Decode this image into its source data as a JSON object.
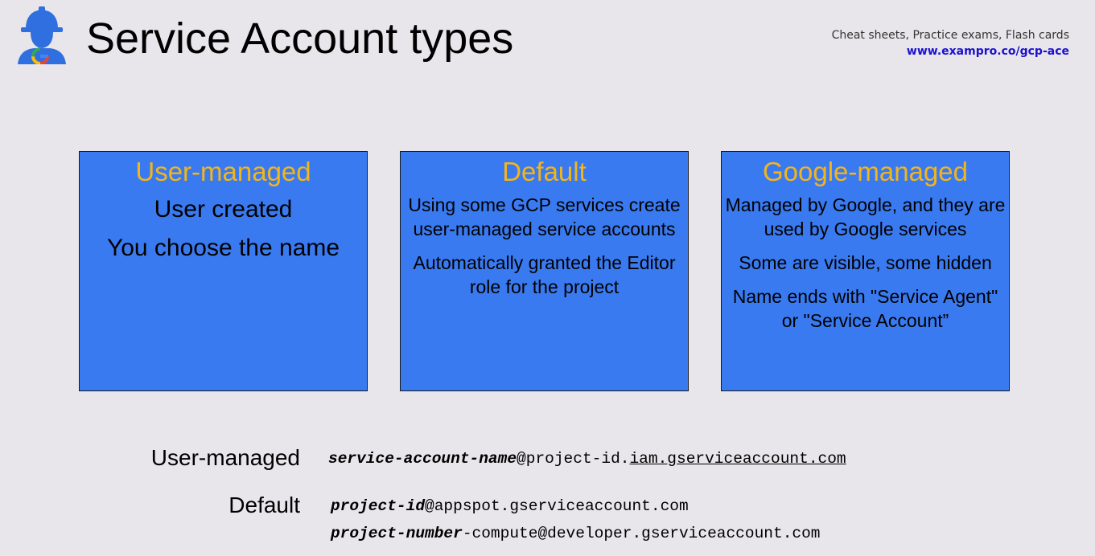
{
  "header": {
    "title": "Service Account types",
    "promo_line1": "Cheat sheets, Practice exams, Flash cards",
    "promo_line2": "www.exampro.co/gcp-ace",
    "logo_icon": "worker-with-google-logo-icon"
  },
  "cards": [
    {
      "title": "User-managed",
      "lines": [
        "User created",
        "You choose the name"
      ]
    },
    {
      "title": "Default",
      "lines": [
        "Using some GCP services create user-managed service accounts",
        "Automatically granted the Editor role for the project"
      ]
    },
    {
      "title": "Google-managed",
      "lines": [
        "Managed by Google, and they are used by Google services",
        "Some are visible, some hidden",
        "Name ends with \"Service Agent\" or \"Service Account”"
      ]
    }
  ],
  "formats": {
    "user_managed": {
      "label": "User-managed",
      "bold": "service-account-name",
      "middle": "@project-id.",
      "underlined": "iam.gserviceaccount.com"
    },
    "default": {
      "label": "Default",
      "line1_bold": "project-id",
      "line1_rest": "@appspot.gserviceaccount.com",
      "line2_bold": "project-number",
      "line2_rest": "-compute@developer.gserviceaccount.com"
    }
  },
  "colors": {
    "background": "#e8e6ea",
    "card_fill": "#3a7af0",
    "card_title": "#f2b51a",
    "link": "#1a10cf"
  }
}
